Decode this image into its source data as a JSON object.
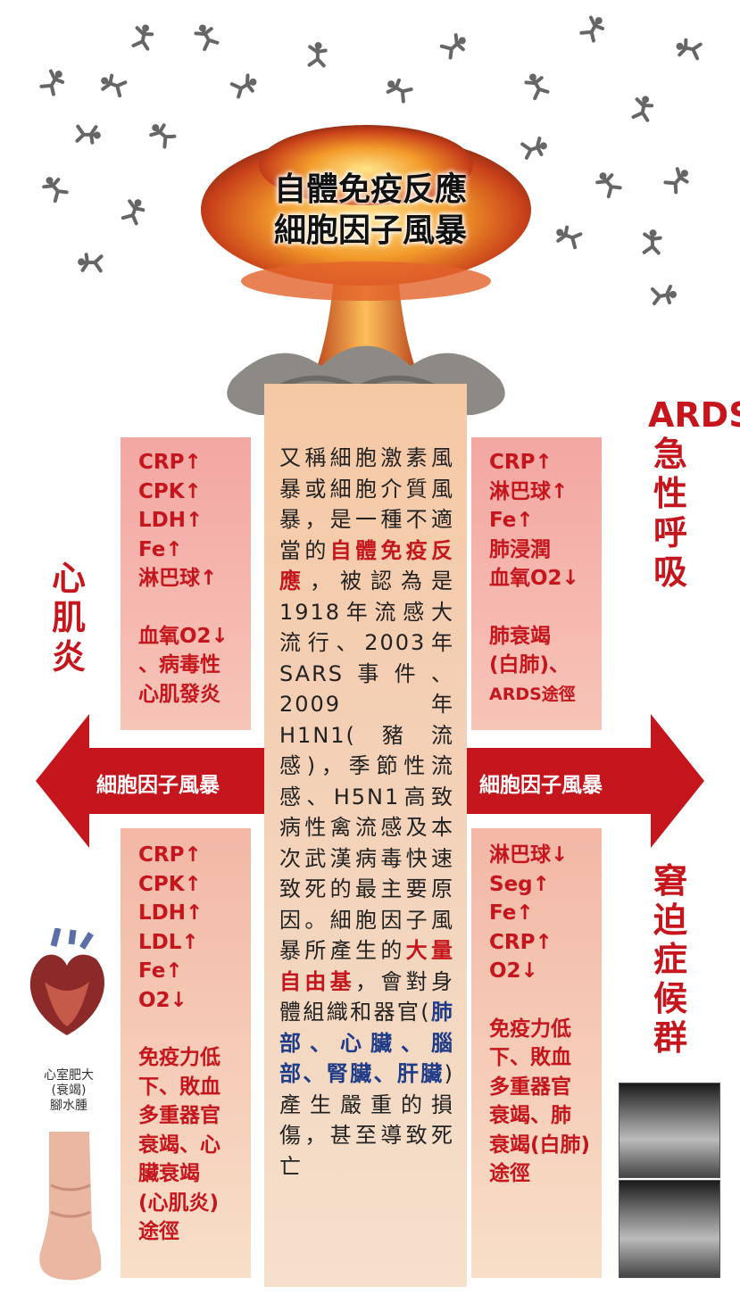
{
  "title": {
    "line1": "自體免疫反應",
    "line2": "細胞因子風暴"
  },
  "center_text": {
    "p1": "又稱細胞激素風暴或細胞介質風暴，是一種不適當的",
    "p1_red": "自體免疫反應",
    "p2": "，被認為是1918年流感大流行、2003年SARS事件、2009年H1N1(豬流感)，季節性流感、H5N1高致病性禽流感及本次武漢病毒快速致死的最主要原因。細胞因子風暴所產生的",
    "p2_red": "大量自由基",
    "p3": "，會對身體組織和器官(",
    "organs": "肺部、心臟、腦部、腎臟、肝臟",
    "p4": ")產生嚴重的損傷，甚至導致死亡"
  },
  "arrows": {
    "left_label": "細胞因子風暴",
    "right_label": "細胞因子風暴",
    "color": "#c4161c"
  },
  "left_top_box": {
    "items": [
      "CRP↑",
      "CPK↑",
      "LDH↑",
      "Fe↑",
      "淋巴球↑"
    ],
    "notes": [
      "血氧O2↓",
      "、病毒性",
      "心肌發炎"
    ]
  },
  "right_top_box": {
    "items": [
      "CRP↑",
      "淋巴球↑",
      "Fe↑",
      "肺浸潤",
      "血氧O2↓"
    ],
    "notes": [
      "肺衰竭",
      "(白肺)、",
      "ARDS途徑"
    ]
  },
  "left_bottom_box": {
    "items": [
      "CRP↑",
      "CPK↑",
      "LDH↑",
      "LDL↑",
      "Fe↑",
      "O2↓"
    ],
    "notes": [
      "免疫力低",
      "下、敗血",
      "多重器官",
      "衰竭、心",
      "臟衰竭",
      "(心肌炎)",
      "途徑"
    ]
  },
  "right_bottom_box": {
    "items": [
      "淋巴球↓",
      "Seg↑",
      "Fe↑",
      "CRP↑",
      "O2↓"
    ],
    "notes": [
      "免疫力低",
      "下、敗血",
      "多重器官",
      "衰竭、肺",
      "衰竭(白肺)",
      "途徑"
    ]
  },
  "side_labels": {
    "left": "心肌炎",
    "right_top": "ARDS急性呼吸",
    "right_bottom": "窘迫症候群"
  },
  "heart_caption": {
    "line1": "心室肥大",
    "line2": "(衰竭)",
    "line3": "腳水腫"
  }
}
